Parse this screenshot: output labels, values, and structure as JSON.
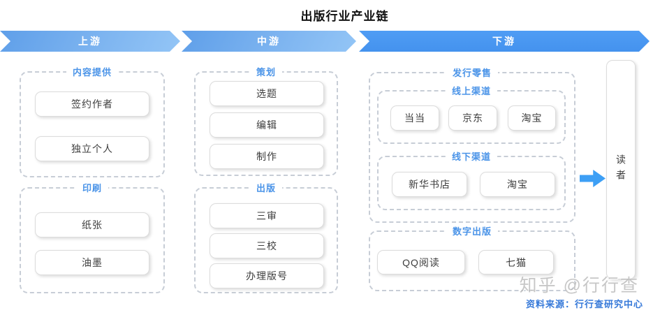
{
  "title": "出版行业产业链",
  "stages": {
    "upstream": "上游",
    "midstream": "中游",
    "downstream": "下游"
  },
  "upstream": {
    "content": {
      "label": "内容提供",
      "items": [
        "签约作者",
        "独立个人"
      ]
    },
    "print": {
      "label": "印刷",
      "items": [
        "纸张",
        "油墨"
      ]
    }
  },
  "midstream": {
    "planning": {
      "label": "策划",
      "items": [
        "选题",
        "编辑",
        "制作"
      ]
    },
    "publishing": {
      "label": "出版",
      "items": [
        "三审",
        "三校",
        "办理版号"
      ]
    }
  },
  "downstream": {
    "retail": {
      "label": "发行零售",
      "online": {
        "label": "线上渠道",
        "items": [
          "当当",
          "京东",
          "淘宝"
        ]
      },
      "offline": {
        "label": "线下渠道",
        "items": [
          "新华书店",
          "淘宝"
        ]
      }
    },
    "digital": {
      "label": "数字出版",
      "items": [
        "QQ阅读",
        "七猫"
      ]
    }
  },
  "reader": {
    "label": "读者"
  },
  "icons": {
    "flow_arrow": "right-arrow-icon"
  },
  "watermark": "知乎 @行行查",
  "source": "资料来源：行行查研究中心",
  "colors": {
    "stage_arrow_light": "#6FA9EC",
    "stage_arrow_dark": "#4897F2",
    "group_label_blue": "#4B94E8",
    "dashed_border": "#C7CDD6",
    "flow_arrow_blue": "#3D9FF5",
    "source_text_blue": "#3679D9",
    "card_text": "#3D3D3D"
  }
}
